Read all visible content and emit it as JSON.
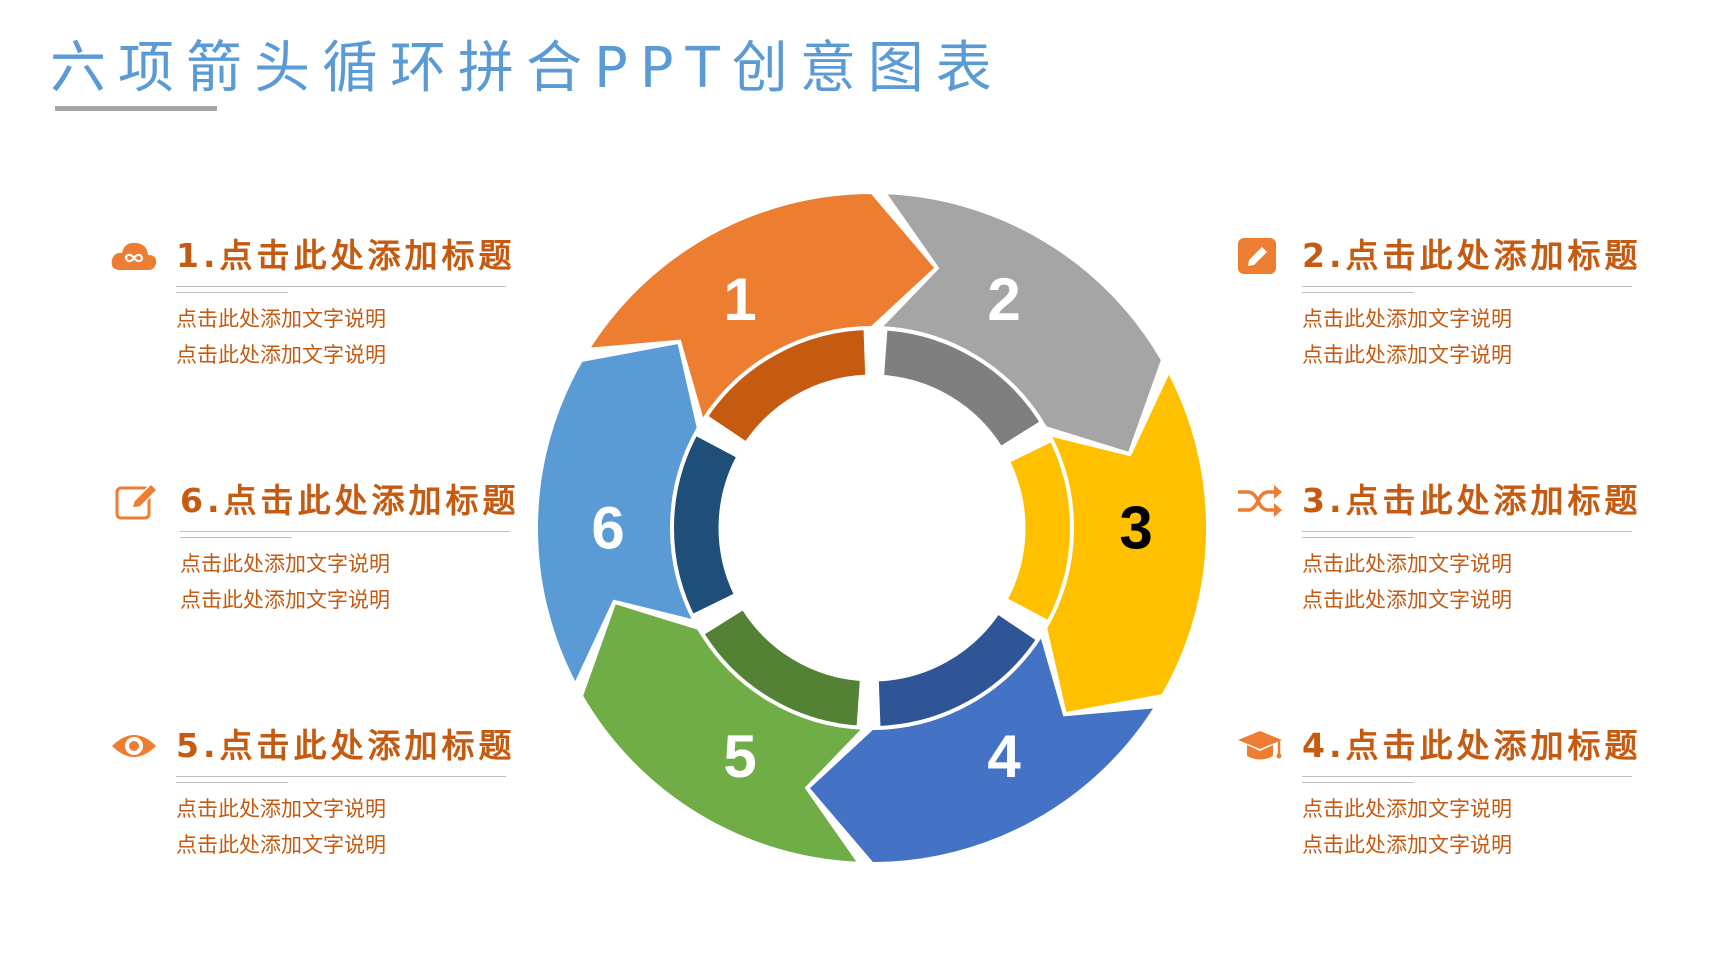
{
  "title": "六项箭头循环拼合PPT创意图表",
  "colors": {
    "accent_text": "#c55a11",
    "title_blue": "#5b9bd5",
    "seg1": "#ed7d31",
    "seg2": "#a5a5a5",
    "seg3": "#ffc000",
    "seg4": "#4472c4",
    "seg5": "#70ad47",
    "seg6": "#5b9bd5"
  },
  "segments": [
    {
      "num": "1",
      "color": "#ed7d31",
      "inner": "#c55a11"
    },
    {
      "num": "2",
      "color": "#a5a5a5",
      "inner": "#7f7f7f"
    },
    {
      "num": "3",
      "color": "#ffc000",
      "inner": "#ffc000"
    },
    {
      "num": "4",
      "color": "#4472c4",
      "inner": "#2f5597"
    },
    {
      "num": "5",
      "color": "#70ad47",
      "inner": "#548235"
    },
    {
      "num": "6",
      "color": "#5b9bd5",
      "inner": "#1f4e79"
    }
  ],
  "items": [
    {
      "title": "1.点击此处添加标题",
      "desc1": "点击此处添加文字说明",
      "desc2": "点击此处添加文字说明",
      "icon": "cloud-icon"
    },
    {
      "title": "2.点击此处添加标题",
      "desc1": "点击此处添加文字说明",
      "desc2": "点击此处添加文字说明",
      "icon": "pencil-icon"
    },
    {
      "title": "3.点击此处添加标题",
      "desc1": "点击此处添加文字说明",
      "desc2": "点击此处添加文字说明",
      "icon": "shuffle-icon"
    },
    {
      "title": "4.点击此处添加标题",
      "desc1": "点击此处添加文字说明",
      "desc2": "点击此处添加文字说明",
      "icon": "graduation-cap-icon"
    },
    {
      "title": "5.点击此处添加标题",
      "desc1": "点击此处添加文字说明",
      "desc2": "点击此处添加文字说明",
      "icon": "eye-icon"
    },
    {
      "title": "6.点击此处添加标题",
      "desc1": "点击此处添加文字说明",
      "desc2": "点击此处添加文字说明",
      "icon": "edit-icon"
    }
  ]
}
